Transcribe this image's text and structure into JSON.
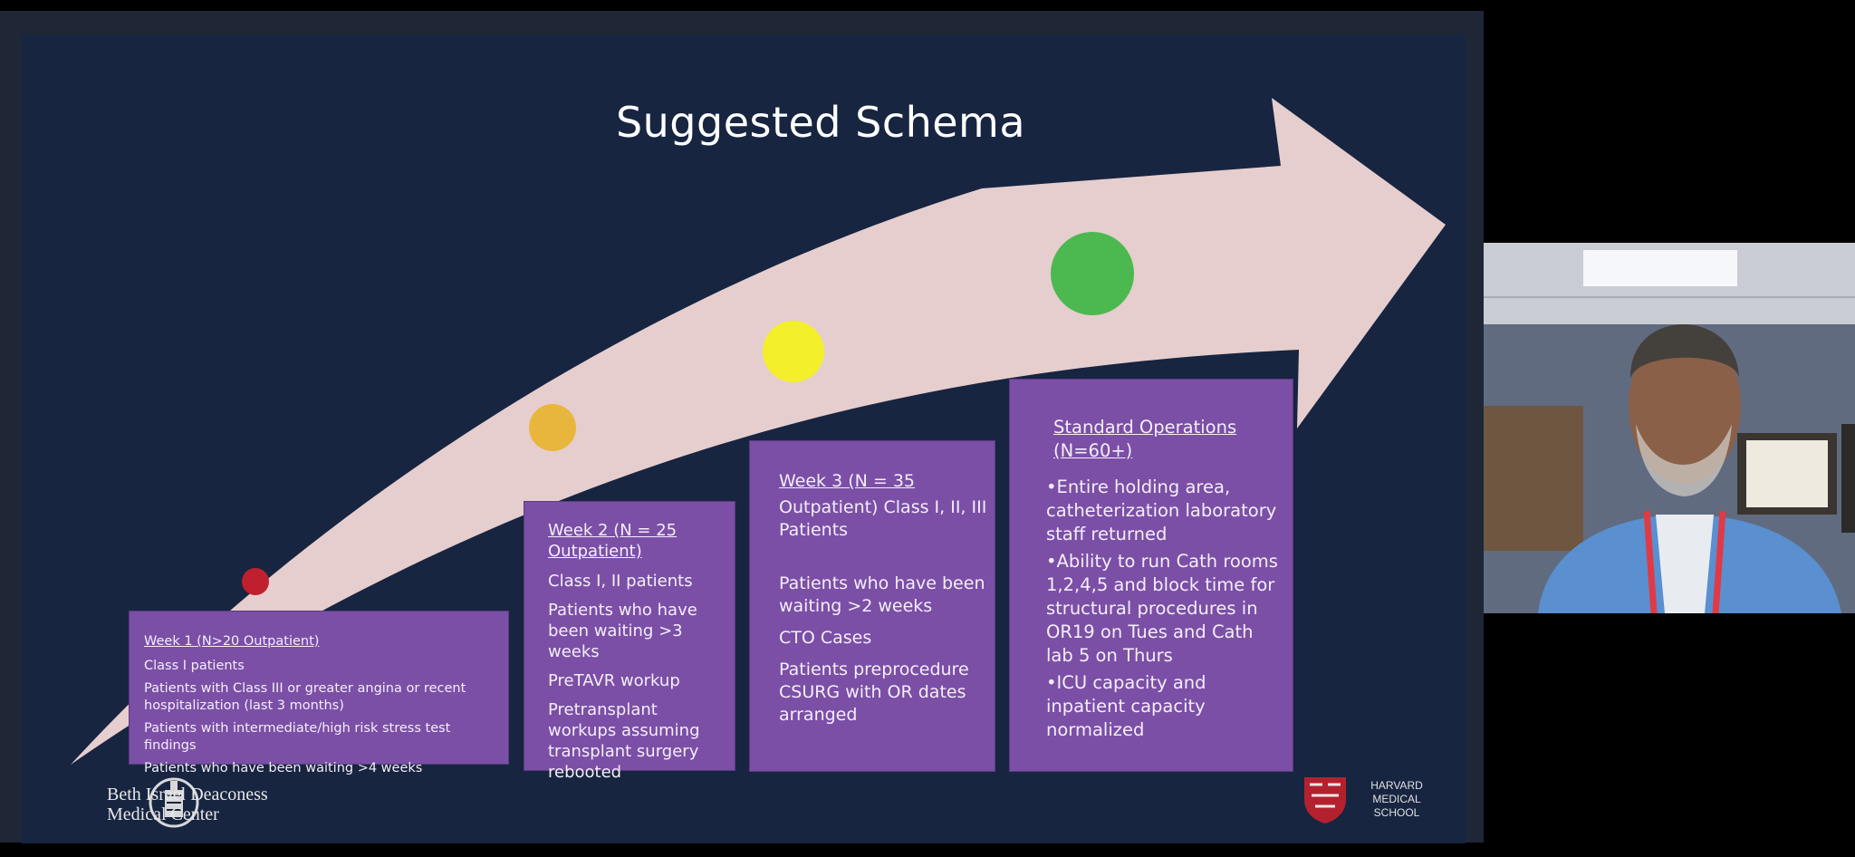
{
  "slide": {
    "title": "Suggested Schema",
    "week1": {
      "heading": "Week 1 (N>20 Outpatient)",
      "items": [
        "Class I patients",
        "Patients with Class III or greater angina or recent hospitalization (last 3 months)",
        "Patients with intermediate/high risk stress test findings",
        "Patients who have been waiting >4 weeks"
      ]
    },
    "week2": {
      "heading": "Week 2 (N = 25 Outpatient)",
      "items": [
        "Class I, II patients",
        "Patients who have been waiting >3 weeks",
        "PreTAVR workup",
        "Pretransplant workups assuming transplant surgery rebooted"
      ]
    },
    "week3": {
      "heading": "Week 3 (N = 35",
      "items": [
        "Outpatient) Class I, II, III Patients",
        "Patients who have been waiting >2 weeks",
        "CTO Cases",
        "Patients preprocedure CSURG with OR dates arranged"
      ]
    },
    "standard": {
      "heading": "Standard Operations (N=60+)",
      "items": [
        "•Entire holding area, catheterization laboratory staff returned",
        "•Ability to run Cath rooms 1,2,4,5 and block time for structural procedures in OR19 on Tues and Cath lab 5 on Thurs",
        "•ICU capacity and inpatient capacity normalized"
      ]
    },
    "milestone_colors": [
      "#c0202e",
      "#e8b63c",
      "#f3ef2a",
      "#4bb94f"
    ],
    "logos": {
      "bidmc_line1": "Beth Israel Deaconess",
      "bidmc_line2": "Medical Center",
      "hms_line1": "HARVARD",
      "hms_line2": "MEDICAL",
      "hms_line3": "SCHOOL"
    }
  },
  "colors": {
    "slide_bg": "#172541",
    "arrow": "#e6cece",
    "box_fill": "#7b4fa6"
  },
  "video_tile": {
    "icon": "participant-video"
  }
}
